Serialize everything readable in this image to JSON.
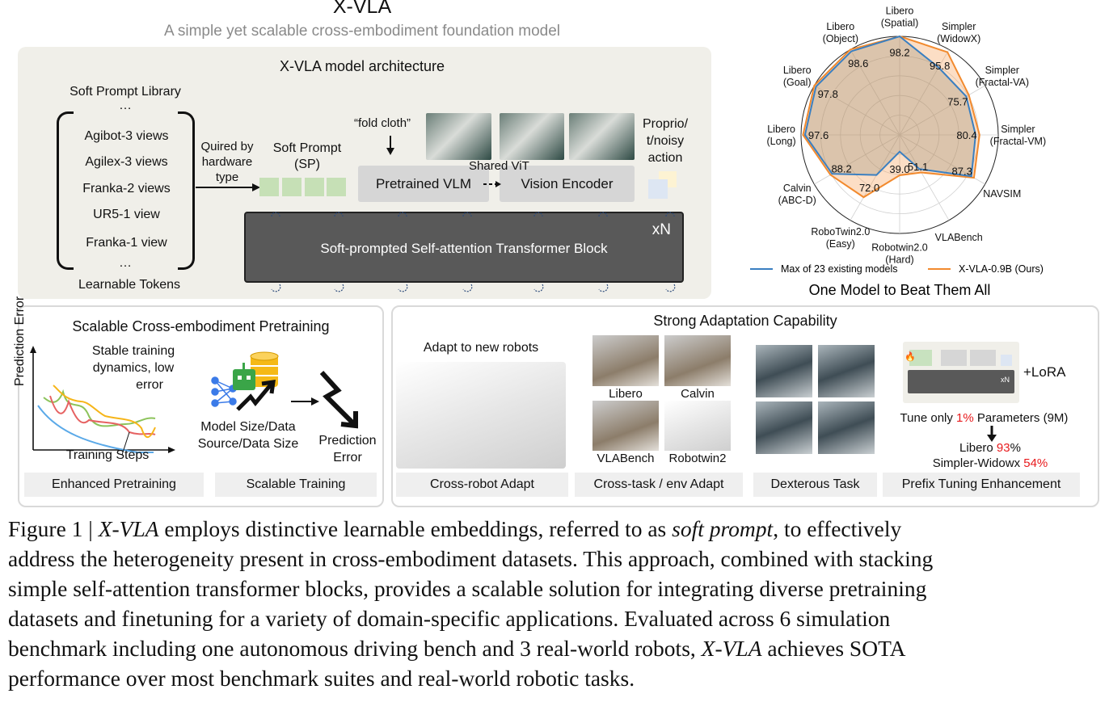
{
  "header": {
    "title": "X-VLA",
    "subtitle": "A simple yet scalable cross-embodiment foundation model"
  },
  "architecture": {
    "title": "X-VLA model architecture",
    "library_title": "Soft Prompt Library",
    "ellipsis": "…",
    "library_items": [
      {
        "label": "Agibot-3 views",
        "color": "#dce4f3"
      },
      {
        "label": "Agilex-3 views",
        "color": "#c8e2bf"
      },
      {
        "label": "Franka-2 views",
        "color": "#fdf1cf"
      },
      {
        "label": "UR5-1 view",
        "color": "#e4e4e4"
      },
      {
        "label": "Franka-1 view",
        "color": "#fae2d6"
      }
    ],
    "learnable_tokens": "Learnable Tokens",
    "query_label_1": "Quired by",
    "query_label_2": "hardware",
    "query_label_3": "type",
    "soft_prompt_1": "Soft Prompt",
    "soft_prompt_2": "(SP)",
    "instruction": "“fold cloth”",
    "shared_vit": "Shared ViT",
    "vlm": "Pretrained VLM",
    "vision_encoder": "Vision Encoder",
    "proprio_1": "Proprio/",
    "proprio_2": "t/noisy",
    "proprio_3": "action",
    "block": "Soft-prompted Self-attention Transformer Block",
    "repeat": "xN"
  },
  "chart_data": {
    "type": "radar",
    "title": "One Model to Beat Them All",
    "axes": [
      "Libero\n(Spatial)",
      "Simpler\n(WidowX)",
      "Simpler\n(Fractal-VA)",
      "Simpler\n(Fractal-VM)",
      "NAVSIM",
      "VLABench",
      "Robotwin2.0\n(Hard)",
      "RoboTwin2.0\n(Easy)",
      "Calvin\n(ABC-D)",
      "Libero\n(Long)",
      "Libero\n(Goal)",
      "Libero\n(Object)"
    ],
    "value_labels": [
      "98.2",
      "95.8",
      "75.7",
      "80.4",
      "87.3",
      "51.1",
      "39.0",
      "72.0",
      "88.2",
      "97.6",
      "97.8",
      "98.6"
    ],
    "series": [
      {
        "name": "Max of 23 existing models",
        "color": "#3a7fc1",
        "normalized": [
          1.0,
          0.79,
          0.78,
          0.77,
          0.84,
          0.4,
          0.17,
          0.47,
          0.79,
          0.96,
          0.98,
          0.98
        ]
      },
      {
        "name": "X-VLA-0.9B (Ours)",
        "color": "#f28a2e",
        "normalized": [
          1.0,
          0.97,
          0.81,
          0.81,
          0.87,
          0.44,
          0.41,
          0.73,
          0.81,
          0.98,
          1.0,
          1.0
        ]
      }
    ],
    "rings": 5,
    "legend": "bottom"
  },
  "pretraining": {
    "title": "Scalable Cross-embodiment Pretraining",
    "annotation_1": "Stable training",
    "annotation_2": "dynamics, low",
    "annotation_3": "error",
    "ylabel": "Prediction Error",
    "xlabel": "Training Steps",
    "scale_1": "Model Size/Data",
    "scale_2": "Source/Data Size",
    "pred_1": "Prediction",
    "pred_2": "Error",
    "footer_left": "Enhanced Pretraining",
    "footer_right": "Scalable Training"
  },
  "adaptation": {
    "title": "Strong Adaptation Capability",
    "adapt_robots": "Adapt to new robots",
    "tasks": [
      "Libero",
      "Calvin",
      "VLABench",
      "Robotwin2"
    ],
    "lora": "+LoRA",
    "xn": "xN",
    "tune_a": "Tune only ",
    "tune_pct": "1%",
    "tune_b": " Parameters (9M)",
    "libero_a": "Libero ",
    "libero_pct": "93",
    "libero_b": "%",
    "simpler_a": "Simpler-Widowx ",
    "simpler_pct": "54%",
    "footers": [
      "Cross-robot Adapt",
      "Cross-task / env Adapt",
      "Dexterous Task",
      "Prefix Tuning Enhancement"
    ]
  },
  "caption": [
    [
      {
        "t": "Figure 1 | "
      },
      {
        "t": "X-VLA",
        "i": true
      },
      {
        "t": " employs distinctive learnable embeddings, referred to as "
      },
      {
        "t": "soft prompt",
        "i": true
      },
      {
        "t": ", to effectively"
      }
    ],
    [
      {
        "t": "address the heterogeneity present in cross-embodiment datasets. This approach, combined with stacking"
      }
    ],
    [
      {
        "t": "simple self-attention transformer blocks, provides a scalable solution for integrating diverse pretraining"
      }
    ],
    [
      {
        "t": "datasets and finetuning for a variety of domain-specific applications. Evaluated across 6 simulation"
      }
    ],
    [
      {
        "t": "benchmark including one autonomous driving bench and 3 real-world robots, "
      },
      {
        "t": "X-VLA",
        "i": true
      },
      {
        "t": " achieves SOTA"
      }
    ],
    [
      {
        "t": "performance over most benchmark suites and real-world robotic tasks."
      }
    ]
  ]
}
